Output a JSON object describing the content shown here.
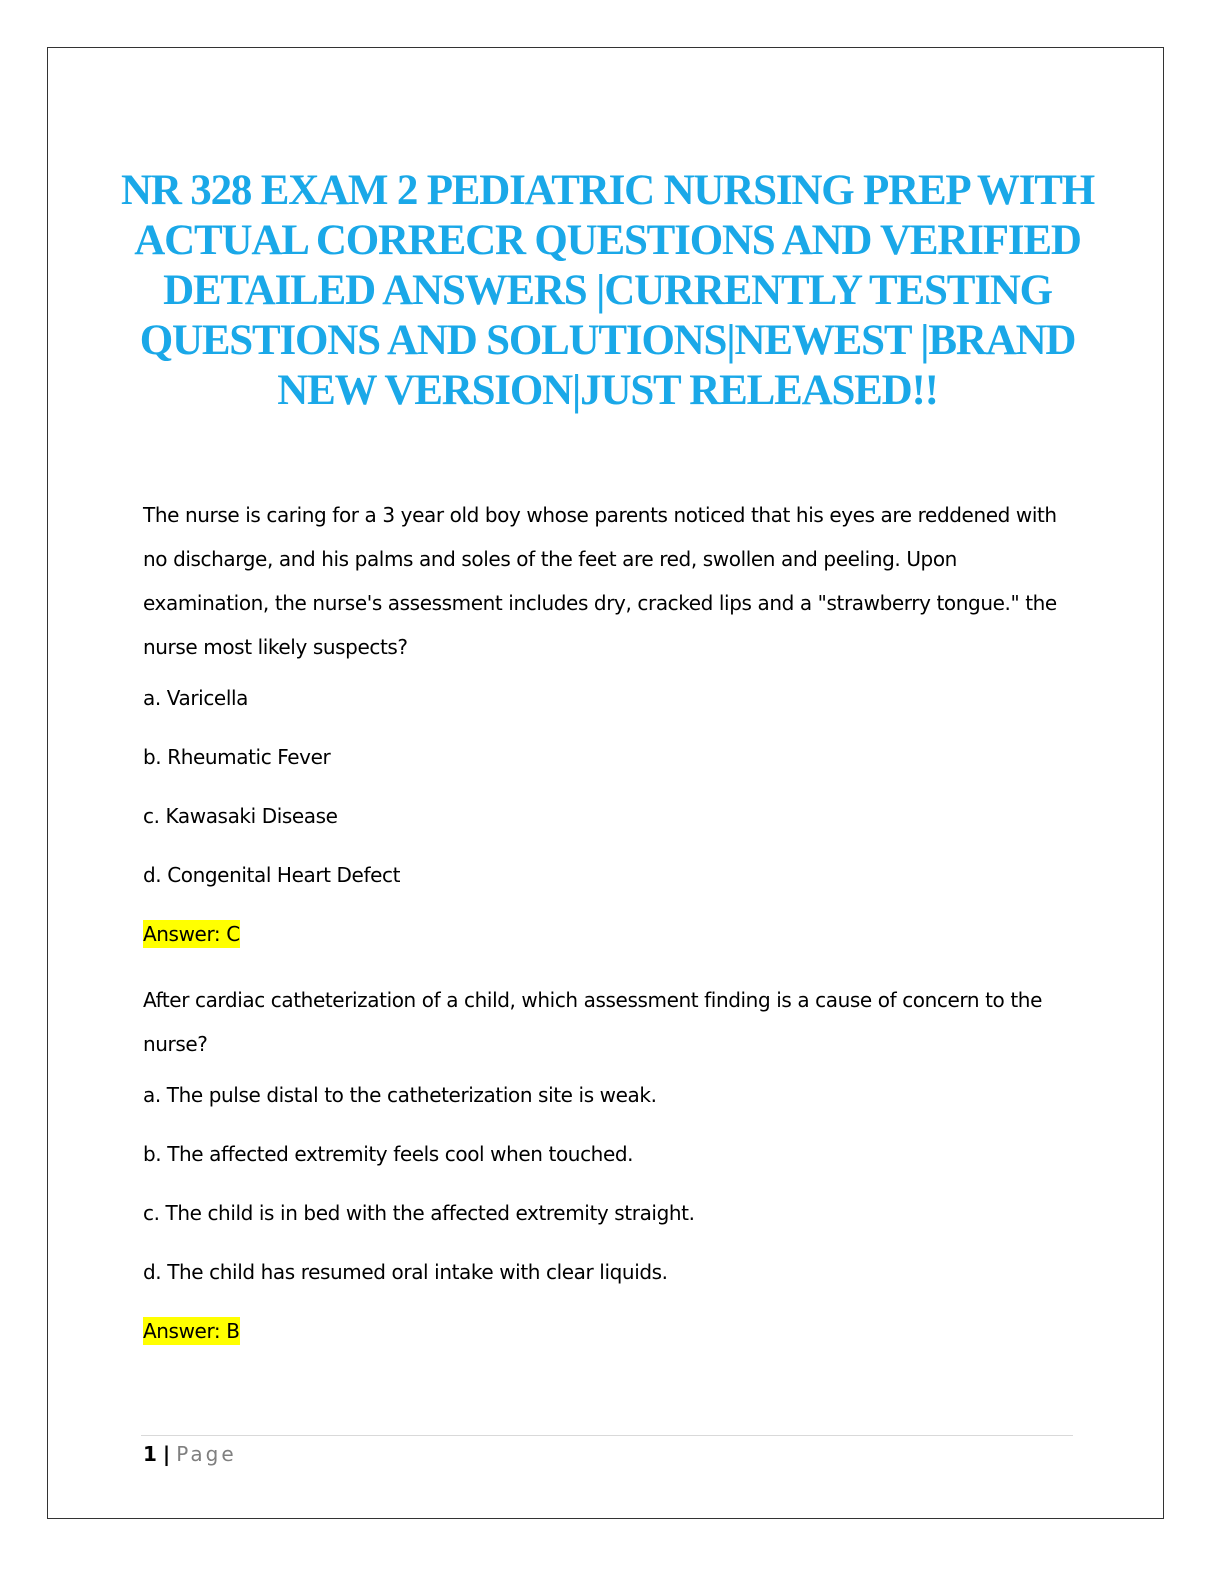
{
  "title": "NR 328 EXAM 2 PEDIATRIC NURSING PREP WITH ACTUAL CORRECR QUESTIONS AND VERIFIED DETAILED ANSWERS |CURRENTLY TESTING QUESTIONS AND SOLUTIONS|NEWEST |BRAND NEW VERSION|JUST RELEASED!!",
  "accent_color": "#1aa8e8",
  "highlight_color": "#ffff00",
  "questions": [
    {
      "text": "The nurse is caring for a 3 year old boy whose parents noticed that his eyes are reddened with no discharge, and his palms and soles of the feet are red, swollen and peeling. Upon examination, the nurse's assessment includes dry, cracked lips and a \"strawberry tongue.\" the nurse most likely suspects?",
      "options": [
        "a. Varicella",
        "b. Rheumatic Fever",
        "c. Kawasaki Disease",
        "d. Congenital Heart Defect"
      ],
      "answer": "Answer: C"
    },
    {
      "text": "After cardiac catheterization of a child, which assessment finding is a cause of concern to the nurse?",
      "options": [
        "a. The pulse distal to the catheterization site is weak.",
        "b. The affected extremity feels cool when touched.",
        "c. The child is in bed with the affected extremity straight.",
        "d. The child has resumed oral intake with clear liquids."
      ],
      "answer": "Answer: B"
    }
  ],
  "footer": {
    "page_number": "1",
    "separator": "|",
    "page_label": "Page"
  }
}
